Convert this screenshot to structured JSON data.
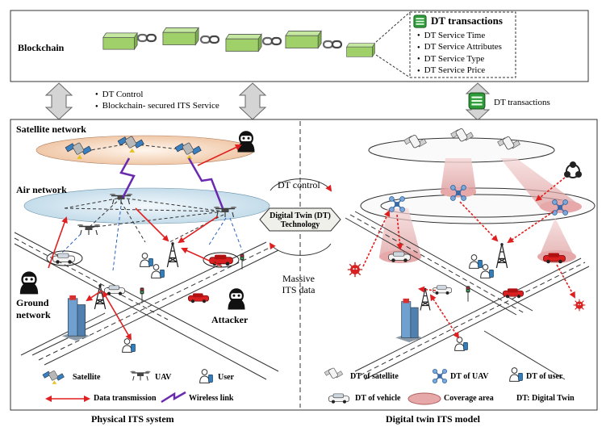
{
  "blockchain": {
    "label": "Blockchain",
    "callout_title": "DT transactions",
    "callout_items": [
      "DT Service Time",
      "DT Service Attributes",
      "DT Service Type",
      "DT Service Price"
    ]
  },
  "bridge_left": {
    "items": [
      "DT Control",
      "Blockchain- secured ITS Service"
    ]
  },
  "bridge_right": {
    "label": "DT transactions"
  },
  "physical": {
    "satellite_label": "Satellite network",
    "air_label": "Air network",
    "ground_label": "Ground network",
    "attacker_label": "Attacker",
    "caption": "Physical ITS system",
    "legend": {
      "satellite": "Satellite",
      "uav": "UAV",
      "user": "User",
      "data_tx": "Data transmission",
      "wireless": "Wireless link"
    }
  },
  "center": {
    "dt_control": "DT control",
    "dt_tech_line1": "Digital Twin (DT)",
    "dt_tech_line2": "Technology",
    "massive_line1": "Massive",
    "massive_line2": "ITS data"
  },
  "twin": {
    "caption": "Digital twin ITS model",
    "legend": {
      "dt_satellite": "DT of satellite",
      "dt_uav": "DT of UAV",
      "dt_user": "DT of user",
      "dt_vehicle": "DT of vehicle",
      "coverage": "Coverage area",
      "dt_note": "DT: Digital Twin"
    }
  },
  "colors": {
    "data_transmission": "#e02020",
    "wireless_link": "#6a2ab0",
    "air_ellipse": "#d6e8f2",
    "sat_ellipse": "#f5dcc8",
    "coverage": "#e6a8a8",
    "block": "#9fd06a",
    "chip": "#2f9a3a"
  },
  "icons": [
    "satellite-icon",
    "uav-icon",
    "user-icon",
    "attacker-icon",
    "tower-icon",
    "building-icon",
    "car-icon",
    "traffic-light-icon",
    "chain-link-icon",
    "virus-icon",
    "biohazard-icon",
    "ledger-chip-icon"
  ]
}
